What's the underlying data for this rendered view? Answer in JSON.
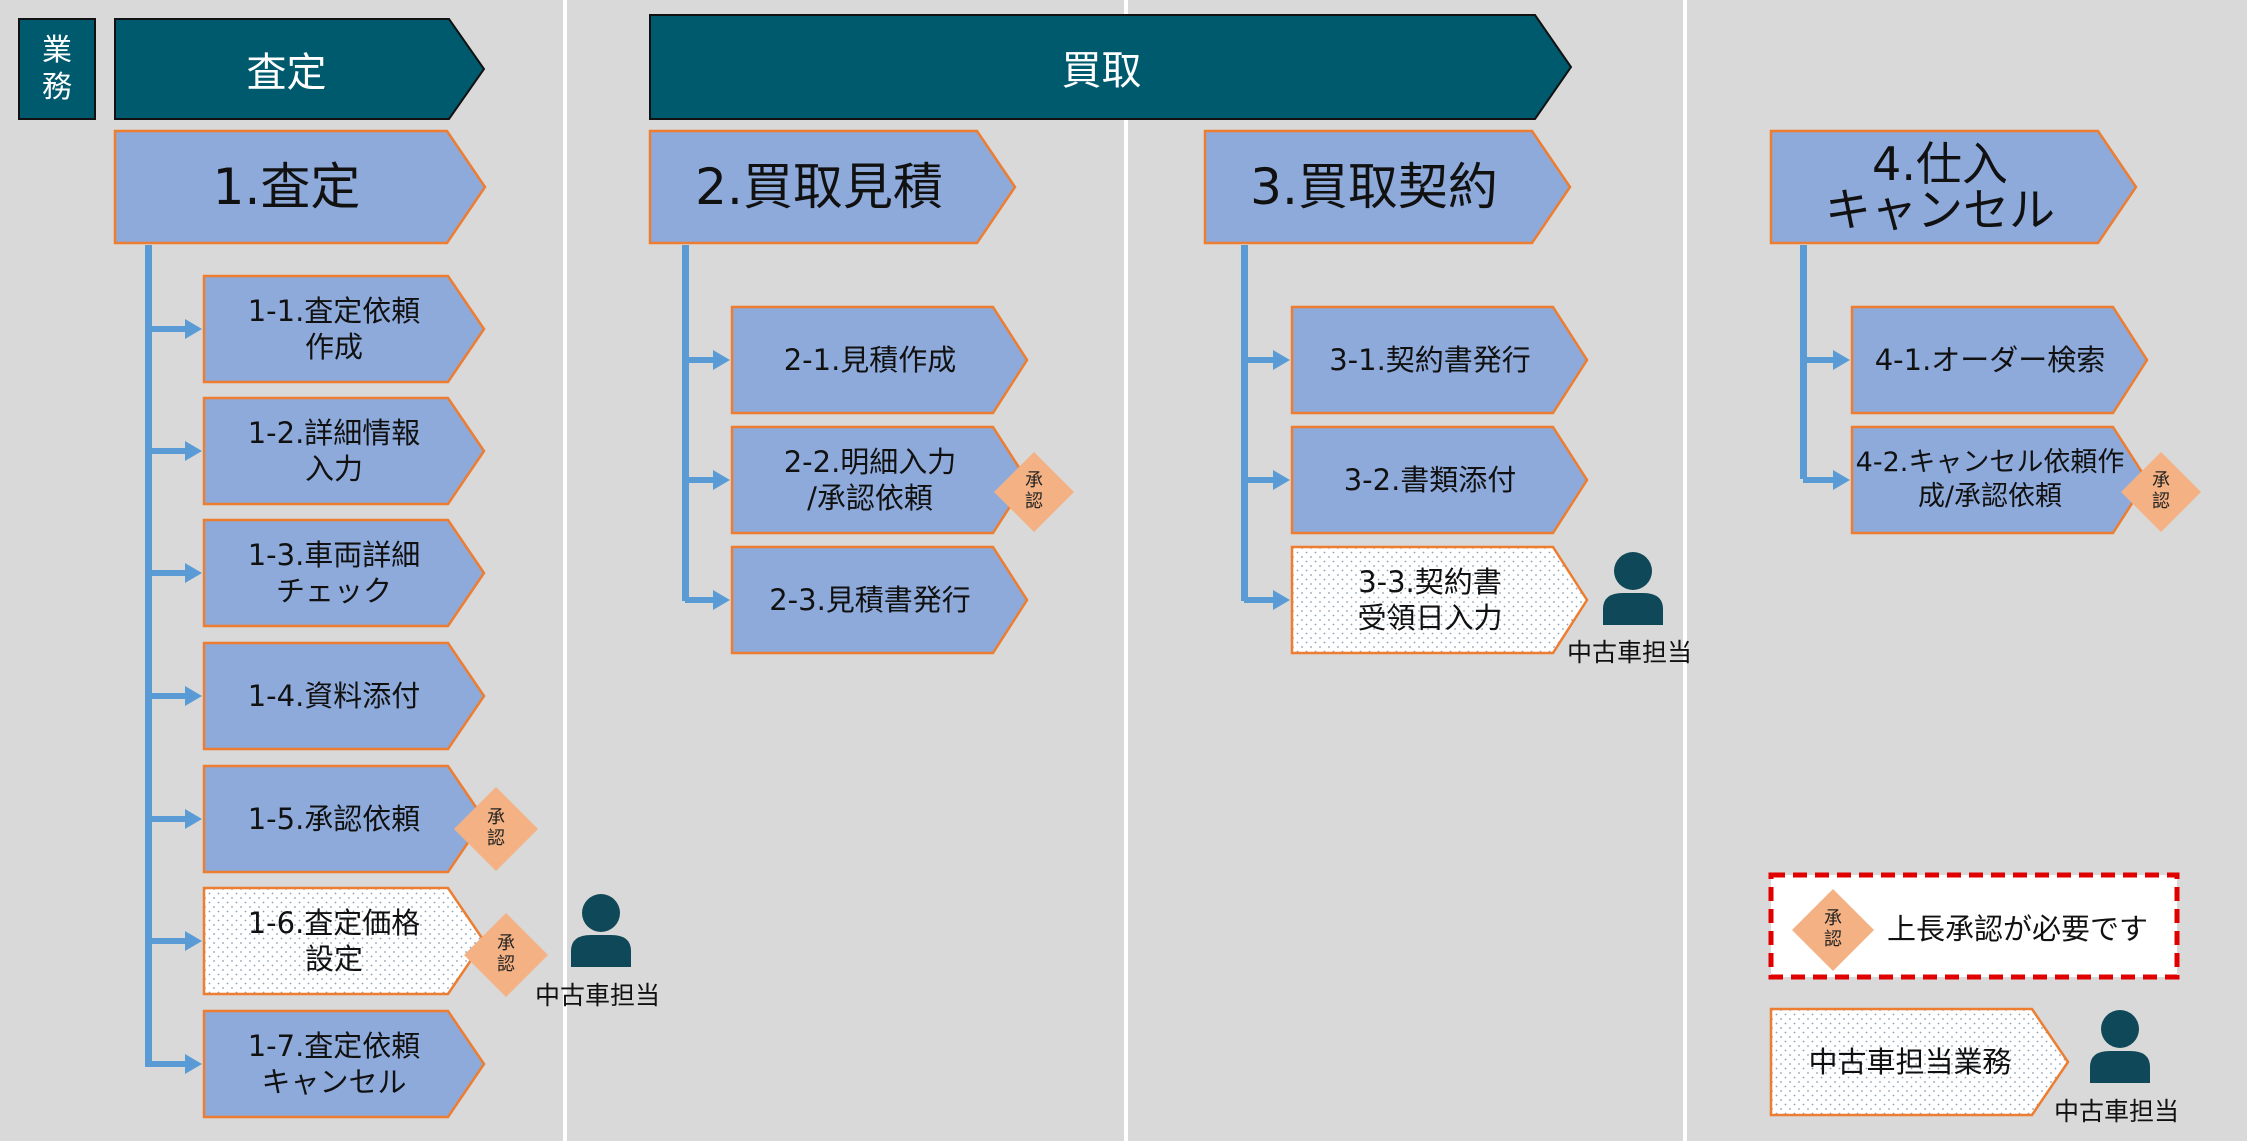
{
  "colors": {
    "header_fill": "#005a6e",
    "phase_fill": "#8eaadb",
    "task_fill": "#8eaadb",
    "outline": "#ed7d31",
    "connector": "#5b9bd5",
    "approval_badge": "#f4b183",
    "legend_border": "#e00000",
    "person_icon": "#0f4858",
    "column_background": "#d9d9d9"
  },
  "header": {
    "gyomu_label": "業\n務",
    "satei": "査定",
    "kaitori": "買取"
  },
  "approval_badge_label": "承\n認",
  "person_label": "中古車担当",
  "phases": [
    {
      "title": "1.査定",
      "tasks": [
        {
          "label": "1-1.査定依頼\n作成",
          "type": "normal"
        },
        {
          "label": "1-2.詳細情報\n入力",
          "type": "normal"
        },
        {
          "label": "1-3.車両詳細\nチェック",
          "type": "normal"
        },
        {
          "label": "1-4.資料添付",
          "type": "normal"
        },
        {
          "label": "1-5.承認依頼",
          "type": "normal",
          "approval": true
        },
        {
          "label": "1-6.査定価格\n設定",
          "type": "dealer",
          "approval": true,
          "person": true
        },
        {
          "label": "1-7.査定依頼\nキャンセル",
          "type": "normal"
        }
      ]
    },
    {
      "title": "2.買取見積",
      "tasks": [
        {
          "label": "2-1.見積作成",
          "type": "normal"
        },
        {
          "label": "2-2.明細入力\n/承認依頼",
          "type": "normal",
          "approval": true
        },
        {
          "label": "2-3.見積書発行",
          "type": "normal"
        }
      ]
    },
    {
      "title": "3.買取契約",
      "tasks": [
        {
          "label": "3-1.契約書発行",
          "type": "normal"
        },
        {
          "label": "3-2.書類添付",
          "type": "normal"
        },
        {
          "label": "3-3.契約書\n受領日入力",
          "type": "dealer",
          "person": true
        }
      ]
    },
    {
      "title": "4.仕入\nキャンセル",
      "tasks": [
        {
          "label": "4-1.オーダー検索",
          "type": "normal"
        },
        {
          "label": "4-2.キャンセル依頼作\n成/承認依頼",
          "type": "normal",
          "approval": true
        }
      ]
    }
  ],
  "legend": {
    "approval_text": "上長承認が必要です",
    "dealer_task_text": "中古車担当業務"
  }
}
